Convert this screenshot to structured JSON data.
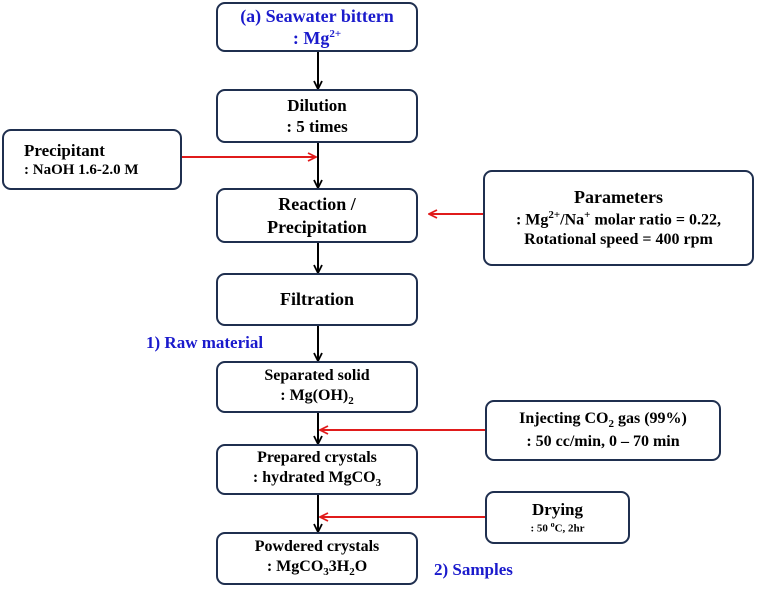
{
  "flow": {
    "seawater": {
      "line1": "(a) Seawater bittern",
      "line2_pre": ": Mg",
      "line2_sup": "2+"
    },
    "dilution": {
      "title": "Dilution",
      "detail": ": 5 times"
    },
    "reaction": {
      "line1": "Reaction /",
      "line2": "Precipitation"
    },
    "filtration": {
      "title": "Filtration"
    },
    "separated": {
      "title": "Separated solid",
      "detail_pre": ": Mg(OH)",
      "detail_sub": "2"
    },
    "prepared": {
      "title": "Prepared crystals",
      "detail_pre": ": hydrated MgCO",
      "detail_sub": "3"
    },
    "powdered": {
      "title": "Powdered crystals",
      "detail_pre": ": MgCO",
      "detail_sub": "3",
      "detail_mid": "3H",
      "detail_sub2": "2",
      "detail_post": "O"
    }
  },
  "inputs": {
    "precipitant": {
      "title": "Precipitant",
      "detail": ": NaOH 1.6-2.0 M"
    },
    "parameters": {
      "title": "Parameters",
      "line1_a": ": Mg",
      "line1_sup1": "2+",
      "line1_b": "/Na",
      "line1_sup2": "+",
      "line1_c": " molar ratio = 0.22,",
      "line2": "Rotational speed = 400 rpm"
    },
    "co2": {
      "line1_a": "Injecting CO",
      "line1_sub": "2",
      "line1_b": " gas (99%)",
      "line2": ": 50 cc/min, 0 – 70 min"
    },
    "drying": {
      "title": "Drying",
      "detail_a": ": 50 ",
      "detail_sup": "o",
      "detail_b": "C, 2hr"
    }
  },
  "labels": {
    "raw_material": "1) Raw material",
    "samples": "2) Samples"
  },
  "colors": {
    "flow_arrow": "#000000",
    "input_arrow": "#e01b1b",
    "label": "#1a1acc",
    "box_border": "#1f2f4f"
  }
}
